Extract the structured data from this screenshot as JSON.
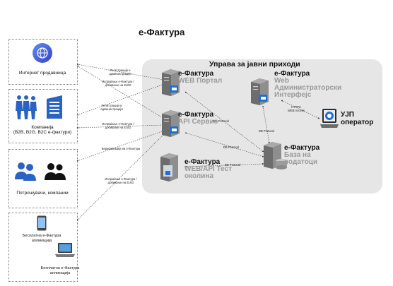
{
  "title": "е-Фактура",
  "region": {
    "title": "Управа за јавни приходи"
  },
  "actors": {
    "internet": {
      "label": "Интернет продавница",
      "icon": "globe-icon"
    },
    "companies": {
      "label": "Компанија\n(B2B, B2G, B2C е-фактури)",
      "icon": "business-people-building-icon"
    },
    "consumers": {
      "label": "Потрошувачи, компании",
      "icon": "people-group-icon"
    },
    "apps": {
      "mobile_label": "Бесплатна е-Фактура\nапликација",
      "desktop_label": "Бесплатна е-Фактура\nапликација"
    }
  },
  "nodes": {
    "web": {
      "title": "е-Фактура",
      "sub": "WEB Портал"
    },
    "api": {
      "title": "е-Фактура",
      "sub": "API Сервис"
    },
    "test": {
      "title": "е-Фактура",
      "sub": "WEB/API Тест\nоколина"
    },
    "admin": {
      "title": "е-Фактура",
      "sub": "Web\nАдминистраторски\nИнтерфејс"
    },
    "db": {
      "title": "е-Фактура",
      "sub": "База на\nподатоци"
    },
    "ujp": {
      "title": "УЈП\nоператор"
    }
  },
  "edges": {
    "reg_admin_1": "Регистрација и\nадминистрација",
    "issue_1": "Испраќање е-Фактура /\nдобивање на EUID",
    "reg_admin_2": "Регистрација и\nадминистрација",
    "issue_2": "Испраќање е-Фактура /\nдобивање на EUID",
    "verify": "Верификација на е-Фактура",
    "issue_3": "Испраќање е-Фактура /\nдобивање на EUID",
    "db_protocol_1": "DB Protocol",
    "db_protocol_2": "DB Protocol",
    "db_protocol_3": "DB Protocol",
    "db_protocol_4": "DB Protocol",
    "https": "HTTPS\nWEB Access"
  },
  "colors": {
    "accent_blue": "#1f6fd0",
    "region_bg": "#e6e6e6",
    "server_gray": "#8a8a8a"
  }
}
